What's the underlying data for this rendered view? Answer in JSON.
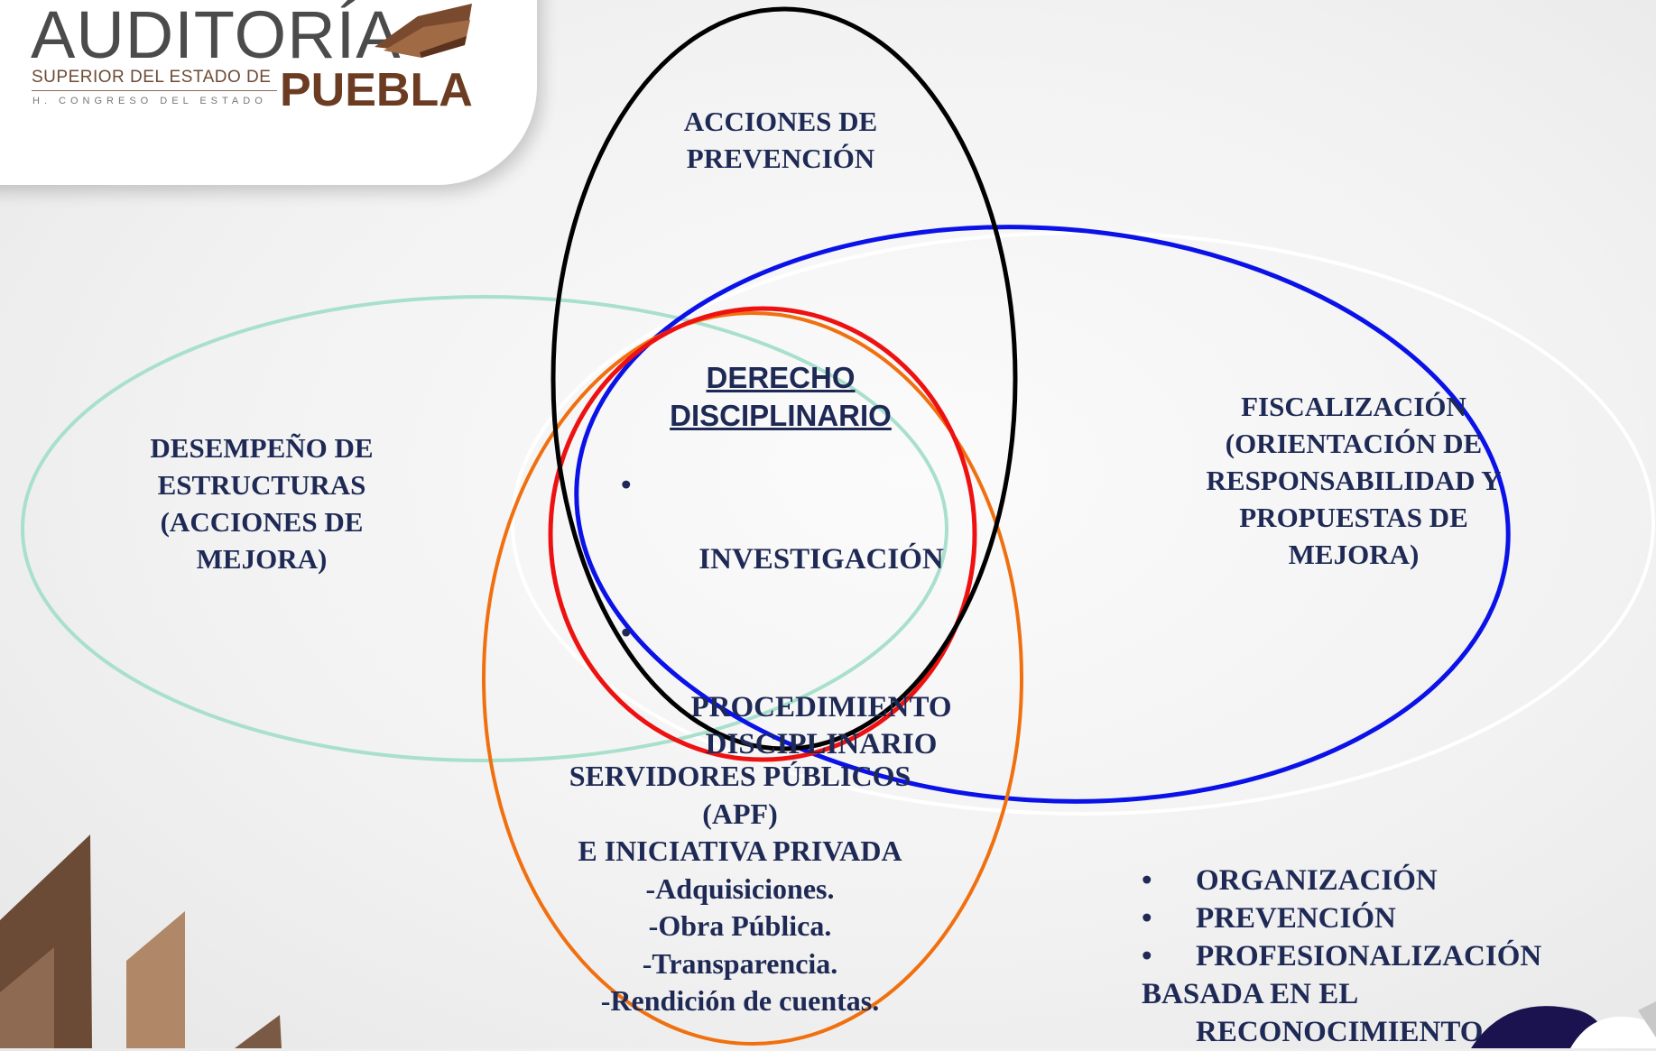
{
  "logo": {
    "title": "AUDITORÍA",
    "subtitle": "SUPERIOR DEL ESTADO DE",
    "state": "PUEBLA",
    "congress": "H. CONGRESO DEL ESTADO"
  },
  "diagram": {
    "top": "ACCIONES DE\nPREVENCIÓN",
    "left": "DESEMPEÑO DE\nESTRUCTURAS\n(ACCIONES DE\nMEJORA)",
    "right": "FISCALIZACIÓN\n(ORIENTACIÓN DE\nRESPONSABILIDAD Y\nPROPUESTAS DE\nMEJORA)",
    "center_title": "DERECHO\nDISCIPLINARIO",
    "center_items": [
      {
        "bullet": "•",
        "text": "INVESTIGACIÓN"
      },
      {
        "bullet": "•",
        "text": "PROCEDIMIENTO\nDISCIPLINARIO"
      }
    ],
    "bottom": "SERVIDORES PÚBLICOS\n(APF)\nE INICIATIVA PRIVADA\n-Adquisiciones.\n-Obra Pública.\n-Transparencia.\n-Rendición de cuentas.",
    "bottom_right_items": [
      {
        "bullet": "•",
        "text": "ORGANIZACIÓN"
      },
      {
        "bullet": "•",
        "text": "PREVENCIÓN"
      },
      {
        "bullet": "•",
        "text": "PROFESIONALIZACIÓN"
      }
    ],
    "bottom_right_tail": "BASADA EN EL",
    "bottom_right_tail2": "RECONOCIMIENTO"
  },
  "colors": {
    "text": "#1e2a55",
    "ellipse_top": "#000000",
    "ellipse_left": "#a8e0cc",
    "ellipse_right_blue": "#0a12e8",
    "ellipse_right_white": "#ffffff",
    "ellipse_center": "#ee1111",
    "ellipse_bottom": "#f07010"
  }
}
